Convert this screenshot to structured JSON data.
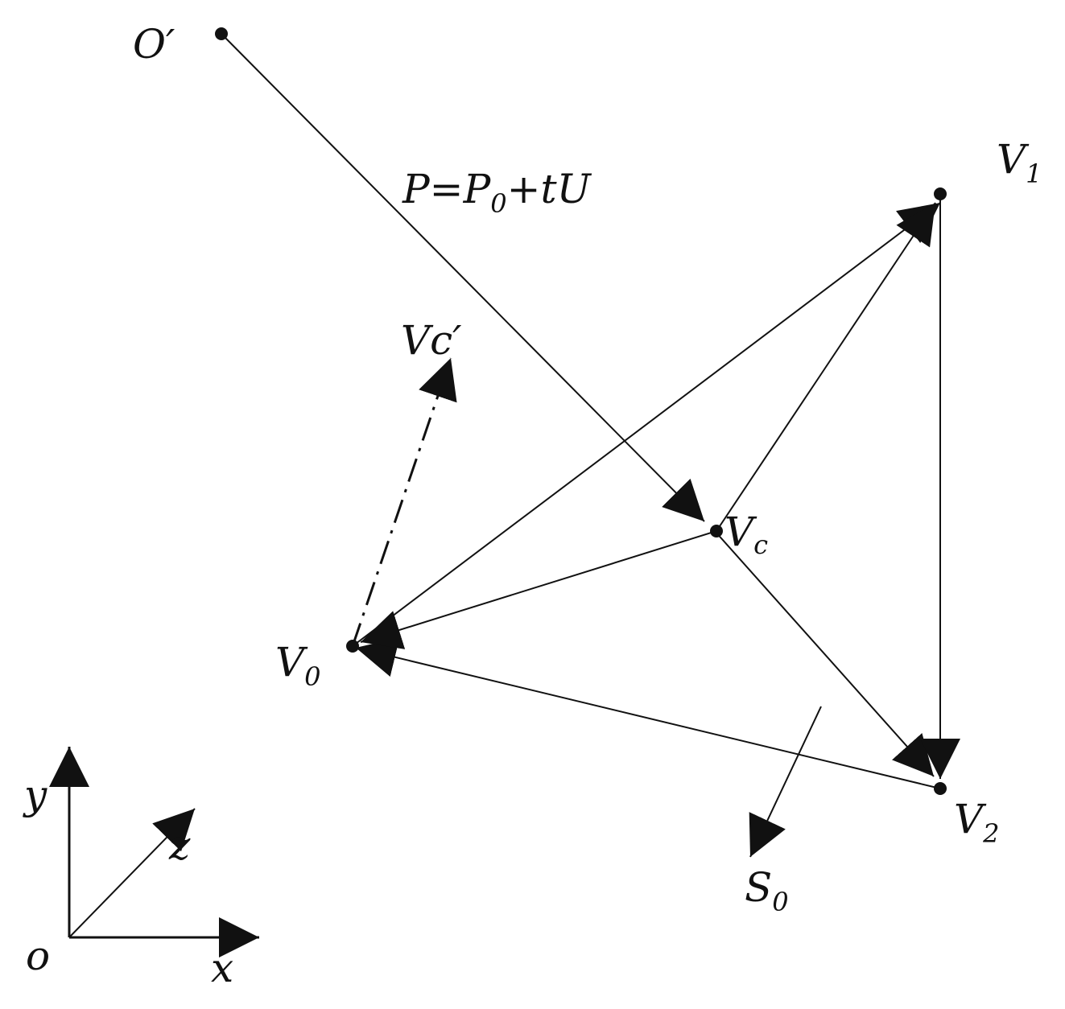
{
  "colors": {
    "ink": "#111111",
    "background": "#ffffff"
  },
  "points": {
    "o_prime": {
      "label": "O",
      "prime": "′"
    },
    "v1": {
      "label": "V",
      "sub": "1"
    },
    "v0": {
      "label": "V",
      "sub": "0"
    },
    "v2": {
      "label": "V",
      "sub": "2"
    },
    "vc": {
      "label": "V",
      "sub": "c"
    },
    "vc_prime": {
      "label": "Vc",
      "prime": "′"
    }
  },
  "ray_equation": {
    "p": "P",
    "eq": "=",
    "p0": "P",
    "p0_sub": "0",
    "rest": "+tU"
  },
  "normal": {
    "label": "S",
    "sub": "0"
  },
  "axes": {
    "x": "x",
    "y": "y",
    "z": "z",
    "origin": "o"
  }
}
